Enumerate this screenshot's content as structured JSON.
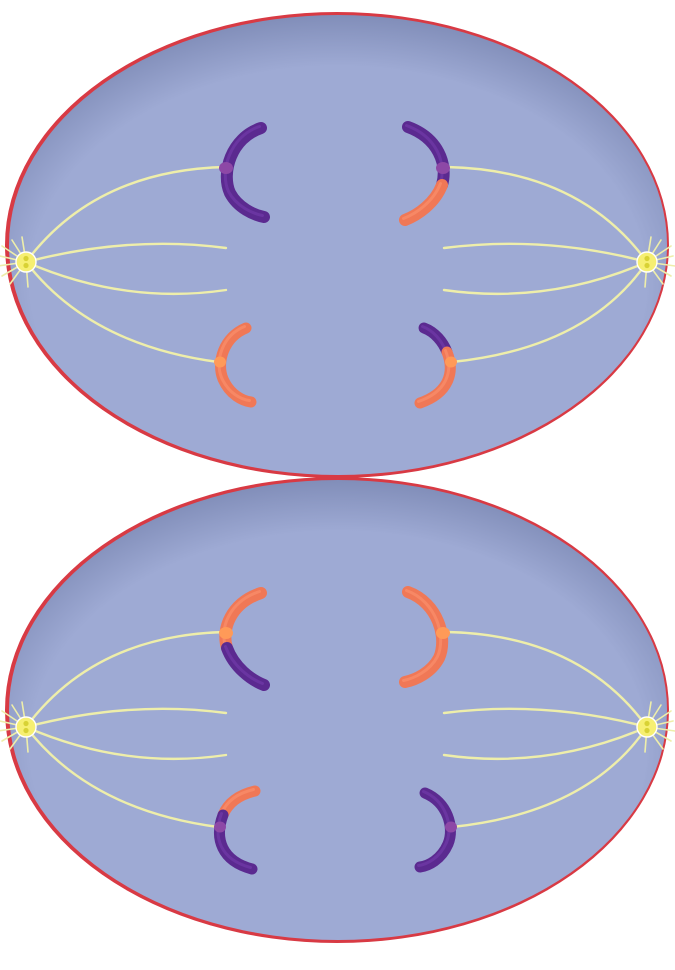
{
  "diagram": {
    "type": "cell-division-anaphase-illustration",
    "colors": {
      "background": "#ffffff",
      "cytoplasm": "#9eaad4",
      "cytoplasm_shade": "#6f7ca8",
      "membrane": "#d83a44",
      "spindle": "#eeeeaa",
      "centrosome": "#f6ef72",
      "centrosome_core": "#d8d235",
      "purple_chromatid": "#5b2a90",
      "purple_highlight": "#7d43b5",
      "orange_chromatid": "#f07856",
      "orange_highlight": "#ff9b77",
      "centromere_purple": "#8d48a6",
      "centromere_orange": "#ff9a58"
    },
    "cells": [
      {
        "name": "top-cell",
        "chromosome_groups": [
          {
            "name": "left-upper",
            "segments": [
              "purple"
            ]
          },
          {
            "name": "right-upper",
            "segments": [
              "purple",
              "orange"
            ]
          },
          {
            "name": "left-lower",
            "segments": [
              "orange"
            ]
          },
          {
            "name": "right-lower",
            "segments": [
              "purple",
              "orange"
            ]
          }
        ]
      },
      {
        "name": "bottom-cell",
        "chromosome_groups": [
          {
            "name": "left-upper",
            "segments": [
              "orange",
              "purple"
            ]
          },
          {
            "name": "right-upper",
            "segments": [
              "orange"
            ]
          },
          {
            "name": "left-lower",
            "segments": [
              "orange",
              "purple"
            ]
          },
          {
            "name": "right-lower",
            "segments": [
              "purple"
            ]
          }
        ]
      }
    ]
  }
}
